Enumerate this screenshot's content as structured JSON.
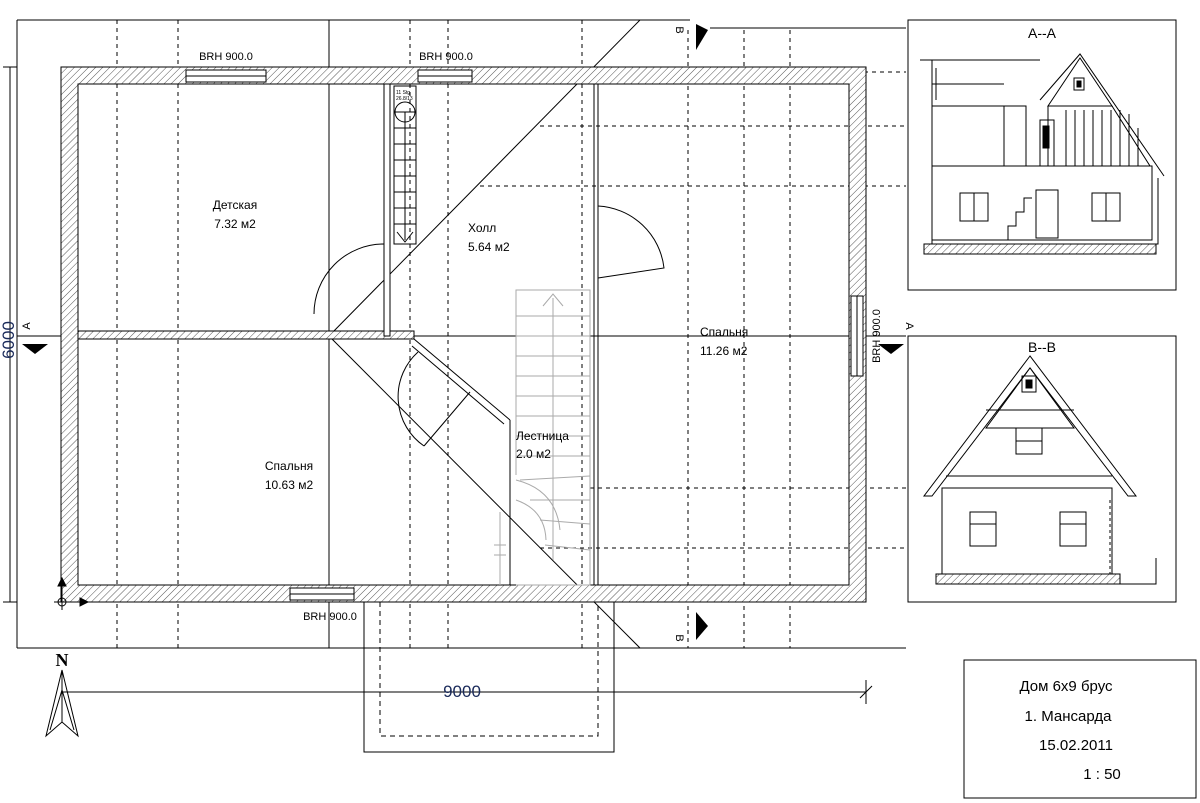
{
  "rooms": [
    {
      "name": "Детская",
      "area": "7.32 м2"
    },
    {
      "name": "Холл",
      "area": "5.64 м2"
    },
    {
      "name": "Спальня",
      "area": "11.26 м2"
    },
    {
      "name": "Спальня",
      "area": "10.63 м2"
    },
    {
      "name": "Лестница",
      "area": "2.0 м2"
    }
  ],
  "windows": {
    "top_left": "BRH 900.0",
    "top_mid": "BRH 900.0",
    "right": "BRH 900.0",
    "bottom": "BRH 900.0"
  },
  "stair_note": {
    "line1": "11 Stg",
    "line2": "26.8/13"
  },
  "dimensions": {
    "width": "9000",
    "height": "6000"
  },
  "north": "N",
  "section_marks": {
    "a": "A",
    "b": "B"
  },
  "sections": {
    "aa": "A--A",
    "bb": "B--B"
  },
  "title_block": {
    "project": "Дом 6x9 брус",
    "floor": "1. Мансарда",
    "date": "15.02.2011",
    "scale": "1 : 50"
  }
}
